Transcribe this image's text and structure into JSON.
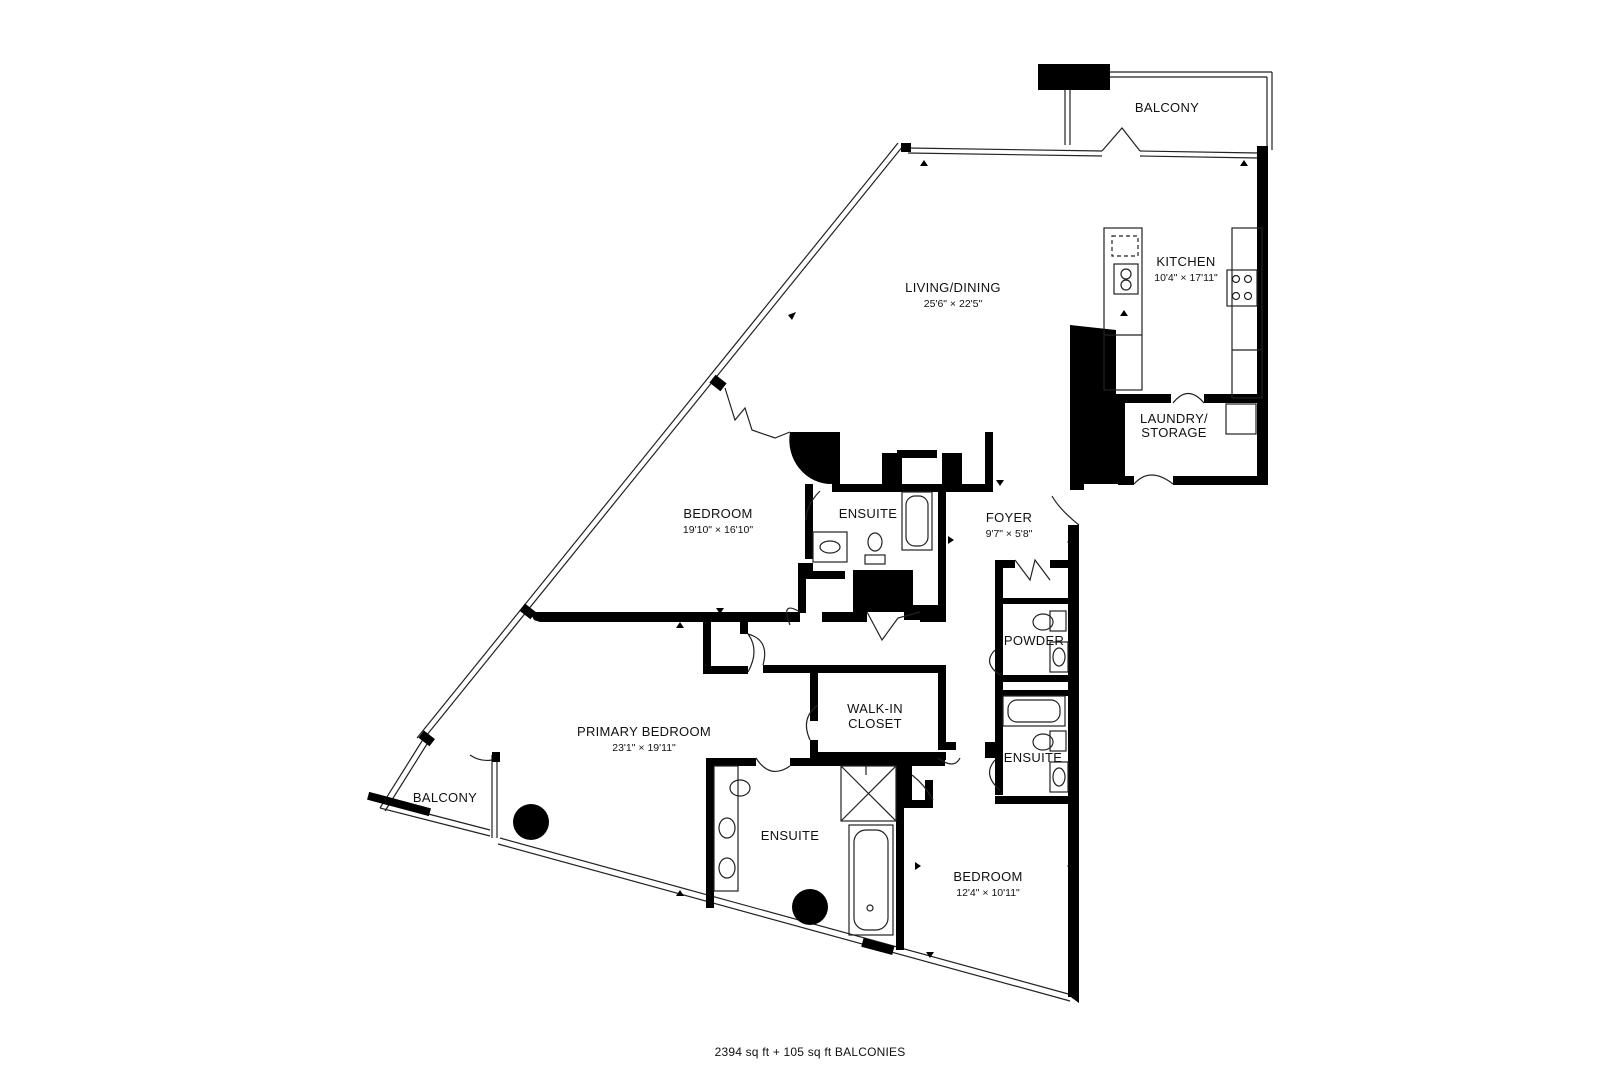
{
  "rooms": {
    "living_dining": {
      "name": "LIVING/DINING",
      "dims": "25'6\" × 22'5\""
    },
    "kitchen": {
      "name": "KITCHEN",
      "dims": "10'4\" × 17'11\""
    },
    "laundry": {
      "name_line1": "LAUNDRY/",
      "name_line2": "STORAGE"
    },
    "balcony_top": {
      "name": "BALCONY"
    },
    "bedroom_1": {
      "name": "BEDROOM",
      "dims": "19'10\" × 16'10\""
    },
    "ensuite_1": {
      "name": "ENSUITE"
    },
    "foyer": {
      "name": "FOYER",
      "dims": "9'7\" × 5'8\""
    },
    "powder": {
      "name": "POWDER"
    },
    "ensuite_2": {
      "name": "ENSUITE"
    },
    "walk_in_closet": {
      "name_line1": "WALK-IN",
      "name_line2": "CLOSET"
    },
    "primary_bedroom": {
      "name": "PRIMARY BEDROOM",
      "dims": "23'1\" × 19'11\""
    },
    "ensuite_primary": {
      "name": "ENSUITE"
    },
    "balcony_left": {
      "name": "BALCONY"
    },
    "bedroom_2": {
      "name": "BEDROOM",
      "dims": "12'4\" × 10'11\""
    }
  },
  "footer": {
    "area": "2394 sq ft + 105 sq ft BALCONIES"
  },
  "colors": {
    "wall": "#000000",
    "background": "#ffffff",
    "line": "#222222"
  }
}
